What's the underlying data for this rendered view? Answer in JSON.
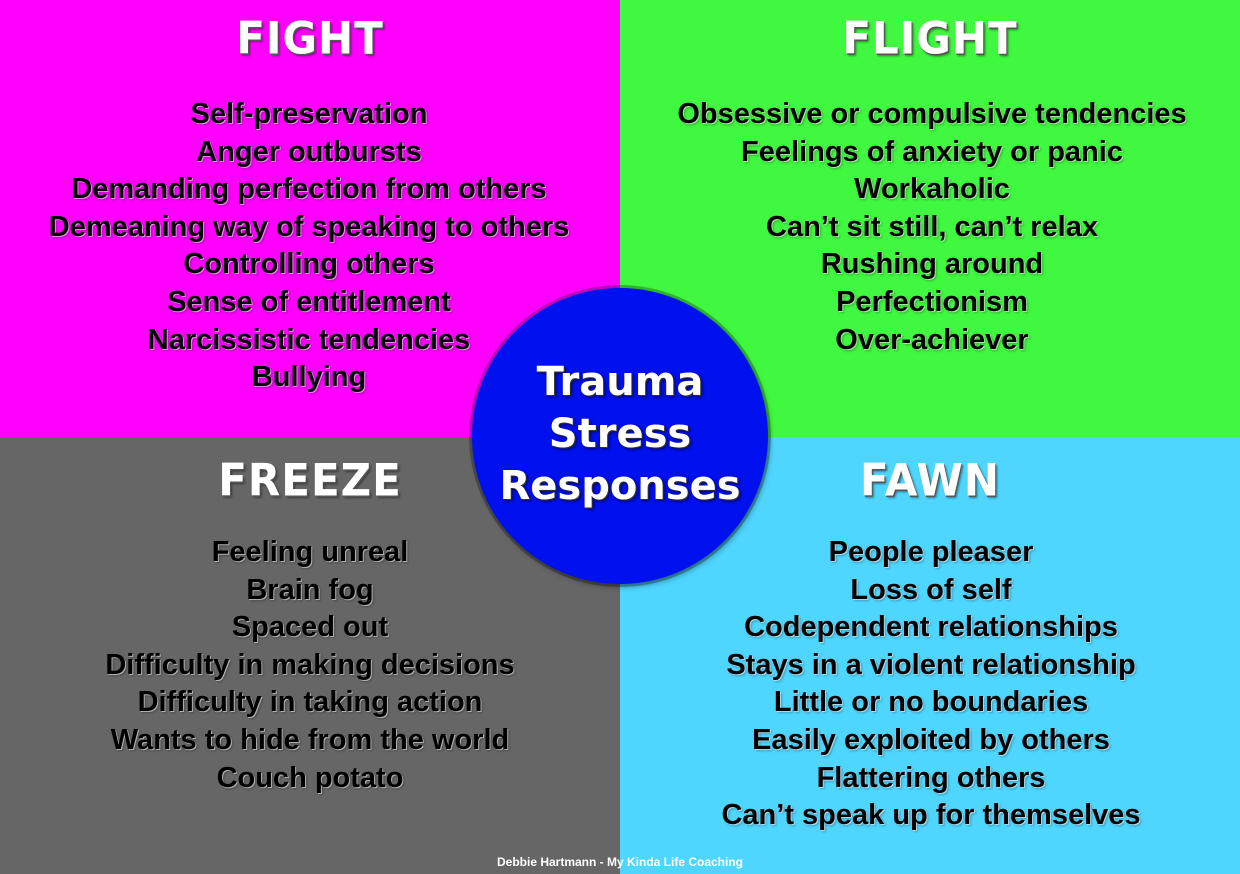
{
  "colors": {
    "fight": "#ff00ff",
    "flight": "#3ff83f",
    "freeze": "#666666",
    "fawn": "#4fd6ff",
    "center": "#0010ee"
  },
  "quadrants": {
    "fight": {
      "title": "FIGHT",
      "items": [
        "Self-preservation",
        "Anger outbursts",
        "Demanding perfection from others",
        "Demeaning way of speaking to others",
        "Controlling others",
        "Sense of entitlement",
        "Narcissistic tendencies",
        "Bullying"
      ]
    },
    "flight": {
      "title": "FLIGHT",
      "items": [
        "Obsessive or compulsive tendencies",
        "Feelings of anxiety or panic",
        "Workaholic",
        "Can’t sit still, can’t relax",
        "Rushing around",
        "Perfectionism",
        "Over-achiever"
      ]
    },
    "freeze": {
      "title": "FREEZE",
      "items": [
        "Feeling unreal",
        "Brain fog",
        "Spaced out",
        "Difficulty in making decisions",
        "Difficulty in taking action",
        "Wants to hide from the world",
        "Couch potato"
      ]
    },
    "fawn": {
      "title": "FAWN",
      "items": [
        "People pleaser",
        "Loss of self",
        "Codependent relationships",
        "Stays in a violent relationship",
        "Little or no boundaries",
        "Easily exploited by others",
        "Flattering others",
        "Can’t speak up for themselves"
      ]
    }
  },
  "center": {
    "lines": [
      "Trauma",
      "Stress",
      "Responses"
    ]
  },
  "credit": "Debbie Hartmann - My Kinda Life Coaching"
}
